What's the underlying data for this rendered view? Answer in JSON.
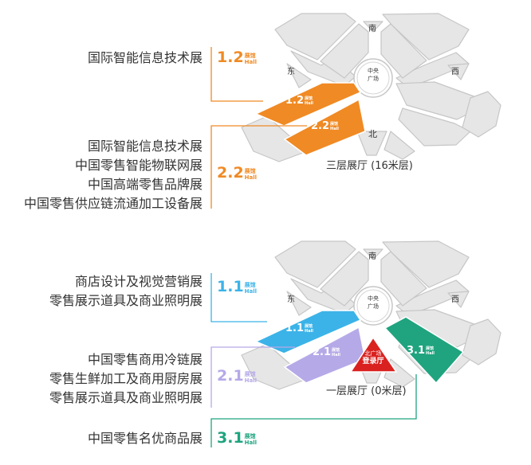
{
  "colors": {
    "orange": "#F08A24",
    "blue": "#3BB3E8",
    "purple": "#B6A9E8",
    "green": "#1FA47F",
    "red": "#D9211F",
    "block_gray": "#E3E3E3",
    "outline_gray": "#C9C9C9"
  },
  "upper": {
    "groups": [
      {
        "hall_num": "1.2",
        "hall_word1": "展馆",
        "hall_word2": "Hall",
        "items": [
          "国际智能信息技术展"
        ]
      },
      {
        "hall_num": "2.2",
        "hall_word1": "展馆",
        "hall_word2": "Hall",
        "items": [
          "国际智能信息技术展",
          "中国零售智能物联网展",
          "中国高端零售品牌展",
          "中国零售供应链流通加工设备展"
        ]
      }
    ],
    "map": {
      "south": "南",
      "east": "东",
      "west": "西",
      "north": "北",
      "center1": "中央",
      "center2": "广场",
      "hall_a": {
        "num": "1.2",
        "w1": "展馆",
        "w2": "Hall"
      },
      "hall_b": {
        "num": "2.2",
        "w1": "展馆",
        "w2": "Hall"
      }
    },
    "caption": "三层展厅 (16米层)"
  },
  "lower": {
    "groups": [
      {
        "hall_num": "1.1",
        "hall_word1": "展馆",
        "hall_word2": "Hall",
        "items": [
          "商店设计及视觉营销展",
          "零售展示道具及商业照明展"
        ]
      },
      {
        "hall_num": "2.1",
        "hall_word1": "展馆",
        "hall_word2": "Hall",
        "items": [
          "中国零售商用冷链展",
          "零售生鲜加工及商用厨房展",
          "零售展示道具及商业照明展"
        ]
      },
      {
        "hall_num": "3.1",
        "hall_word1": "展馆",
        "hall_word2": "Hall",
        "items": [
          "中国零售名优商品展"
        ]
      }
    ],
    "map": {
      "south": "南",
      "east": "东",
      "west": "西",
      "center1": "中央",
      "center2": "广场",
      "hall_a": {
        "num": "1.1",
        "w1": "展馆",
        "w2": "Hall"
      },
      "hall_b": {
        "num": "2.1",
        "w1": "展馆",
        "w2": "Hall"
      },
      "hall_c": {
        "num": "3.1",
        "w1": "展馆",
        "w2": "Hall"
      },
      "entry1": "北广场",
      "entry2": "登录厅"
    },
    "caption": "一层展厅 (0米层)"
  }
}
